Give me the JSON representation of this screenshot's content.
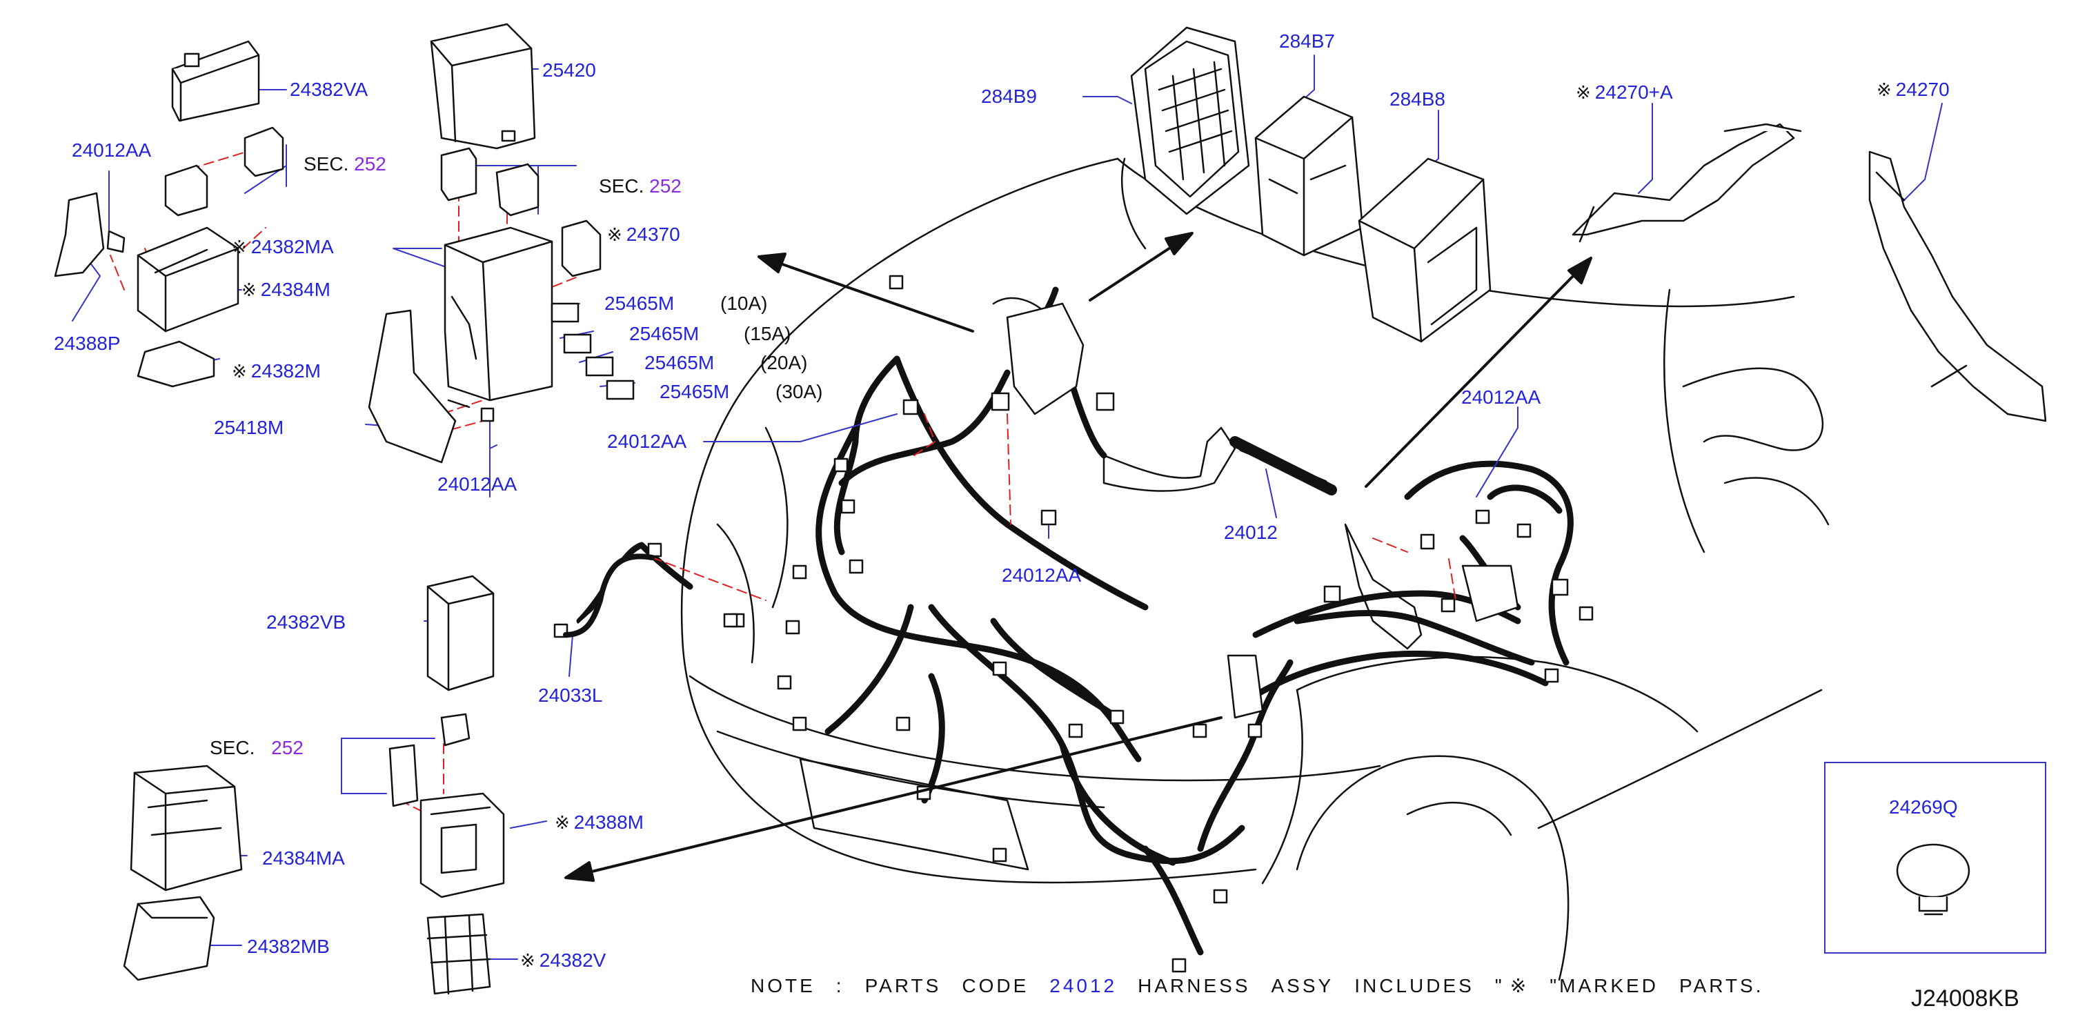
{
  "symbols": {
    "marked": "※"
  },
  "labels": {
    "p24382VA": "24382VA",
    "p25420": "25420",
    "p24012AA_1": "24012AA",
    "sec1": "SEC.",
    "sec1_num": "252",
    "sec2": "SEC.",
    "sec2_num": "252",
    "p24382MA": "24382MA",
    "p24370": "24370",
    "p24384M": "24384M",
    "p24388P": "24388P",
    "p25465M_1": "25465M",
    "amp_1": "(10A)",
    "p25465M_2": "25465M",
    "amp_2": "(15A)",
    "p25465M_3": "25465M",
    "amp_3": "(20A)",
    "p25465M_4": "25465M",
    "amp_4": "(30A)",
    "p24382M": "24382M",
    "p25418M": "25418M",
    "p24012AA_2": "24012AA",
    "p24012AA_3": "24012AA",
    "p284B9": "284B9",
    "p284B7": "284B7",
    "p284B8": "284B8",
    "p24270A": "24270+A",
    "p24270": "24270",
    "p24012AA_4": "24012AA",
    "p24012": "24012",
    "p24012AA_5": "24012AA",
    "p24382VB": "24382VB",
    "p24033L": "24033L",
    "sec3": "SEC.",
    "sec3_num": "252",
    "p24388M": "24388M",
    "p24384MA": "24384MA",
    "p24382MB": "24382MB",
    "p24382V": "24382V",
    "p24269Q": "24269Q"
  },
  "note": {
    "w1": "NOTE",
    "w2": ":",
    "w3": "PARTS",
    "w4": "CODE",
    "code": "24012",
    "w5": "HARNESS",
    "w6": "ASSY",
    "w7": "INCLUDES",
    "w8": "\"",
    "w9": "\"MARKED",
    "w10": "PARTS."
  },
  "diagram_code": "J24008KB",
  "colors": {
    "callout": "#2323d8",
    "section_ref": "#8a2be2",
    "line": "#111111",
    "dash": "#e02020",
    "leader": "#3434c8"
  }
}
